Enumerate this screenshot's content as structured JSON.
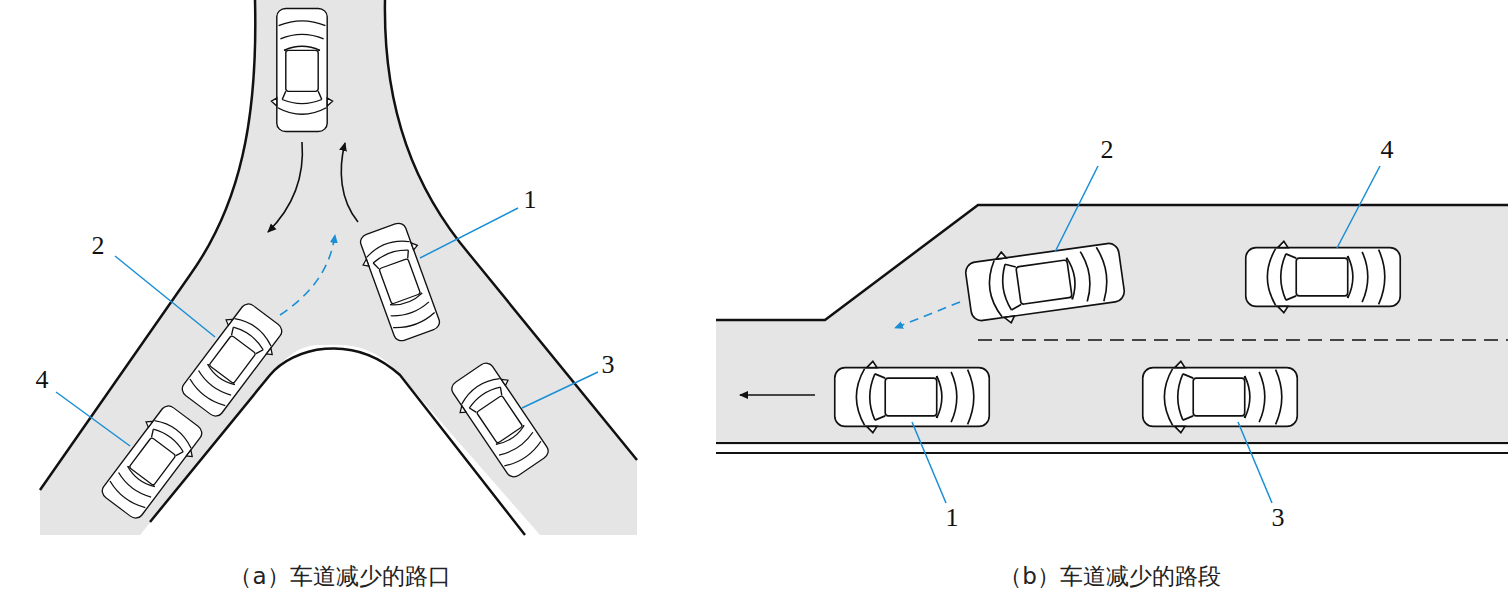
{
  "diagram": {
    "labels": [
      "1",
      "2",
      "4",
      "3",
      "（a）车道减少的路口",
      "2",
      "4",
      "1",
      "3",
      "（b）车道减少的路段"
    ]
  }
}
